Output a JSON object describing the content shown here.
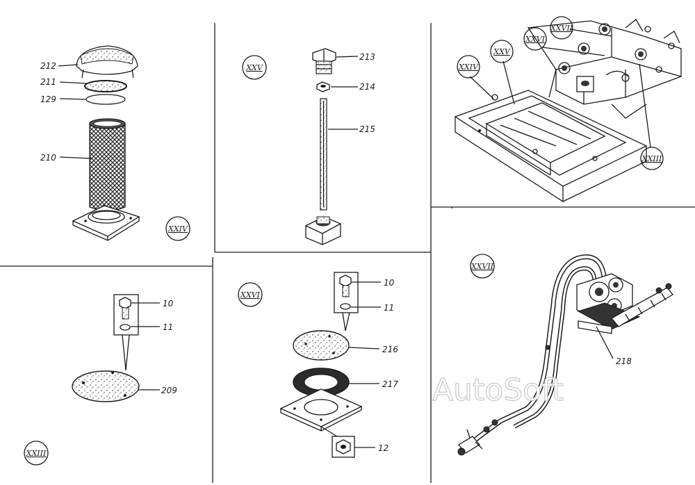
{
  "watermark": "AutoSoft",
  "sections": {
    "xxiv": "XXIV",
    "xxv": "XXV",
    "xxvi": "XXVI",
    "xxvii": "XXVII",
    "xxiii": "XXIII"
  },
  "parts": {
    "p212": "212",
    "p211": "211",
    "p129": "129",
    "p210": "210",
    "p213": "213",
    "p214": "214",
    "p215": "215",
    "p10a": "10",
    "p11a": "11",
    "p209": "209",
    "p10b": "10",
    "p11b": "11",
    "p216": "216",
    "p217": "217",
    "p12": "12",
    "p218": "218"
  },
  "overview_callouts": {
    "xxiv": "XXIV",
    "xxv": "XXV",
    "xxvi": "XXVI",
    "xxvii": "XXVII",
    "xxiii": "XXIII"
  }
}
